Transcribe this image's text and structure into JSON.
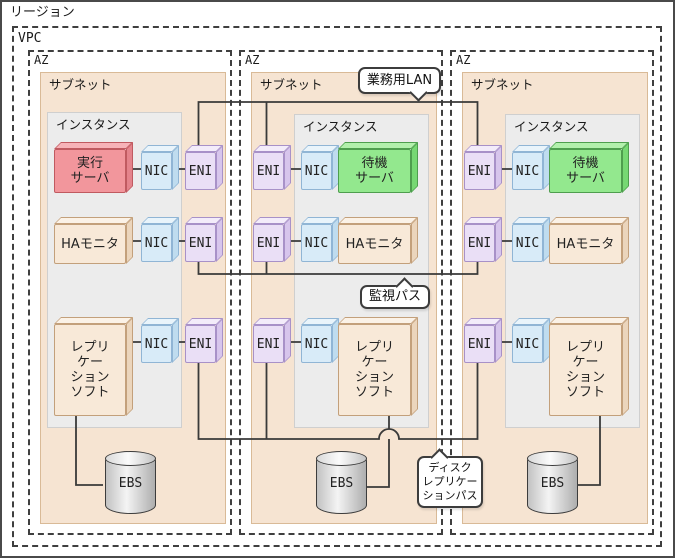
{
  "region_label": "リージョン",
  "vpc_label": "VPC",
  "callouts": {
    "lan": "業務用LAN",
    "monitor": "監視パス",
    "disk": "ディスク\nレプリケー\nションパス"
  },
  "colors": {
    "active_server": "#F2969C",
    "standby_server": "#93E88E",
    "nic": "#D8EBF8",
    "eni": "#EADFF6",
    "component": "#F8E9D8",
    "subnet_bg": "#F6E4D2",
    "instance_bg": "#ECECEC"
  },
  "azs": [
    {
      "az_label": "AZ",
      "subnet_label": "サブネット",
      "instance_label": "インスタンス",
      "server_label": "実行\nサーバ",
      "server_role": "active",
      "ha_label": "HAモニタ",
      "soft_label": "レプリ\nケー\nション\nソフト",
      "nic_label": "NIC",
      "eni_label": "ENI",
      "ebs_label": "EBS"
    },
    {
      "az_label": "AZ",
      "subnet_label": "サブネット",
      "instance_label": "インスタンス",
      "server_label": "待機\nサーバ",
      "server_role": "standby",
      "ha_label": "HAモニタ",
      "soft_label": "レプリ\nケー\nション\nソフト",
      "nic_label": "NIC",
      "eni_label": "ENI",
      "ebs_label": "EBS"
    },
    {
      "az_label": "AZ",
      "subnet_label": "サブネット",
      "instance_label": "インスタンス",
      "server_label": "待機\nサーバ",
      "server_role": "standby",
      "ha_label": "HAモニタ",
      "soft_label": "レプリ\nケー\nション\nソフト",
      "nic_label": "NIC",
      "eni_label": "ENI",
      "ebs_label": "EBS"
    }
  ]
}
